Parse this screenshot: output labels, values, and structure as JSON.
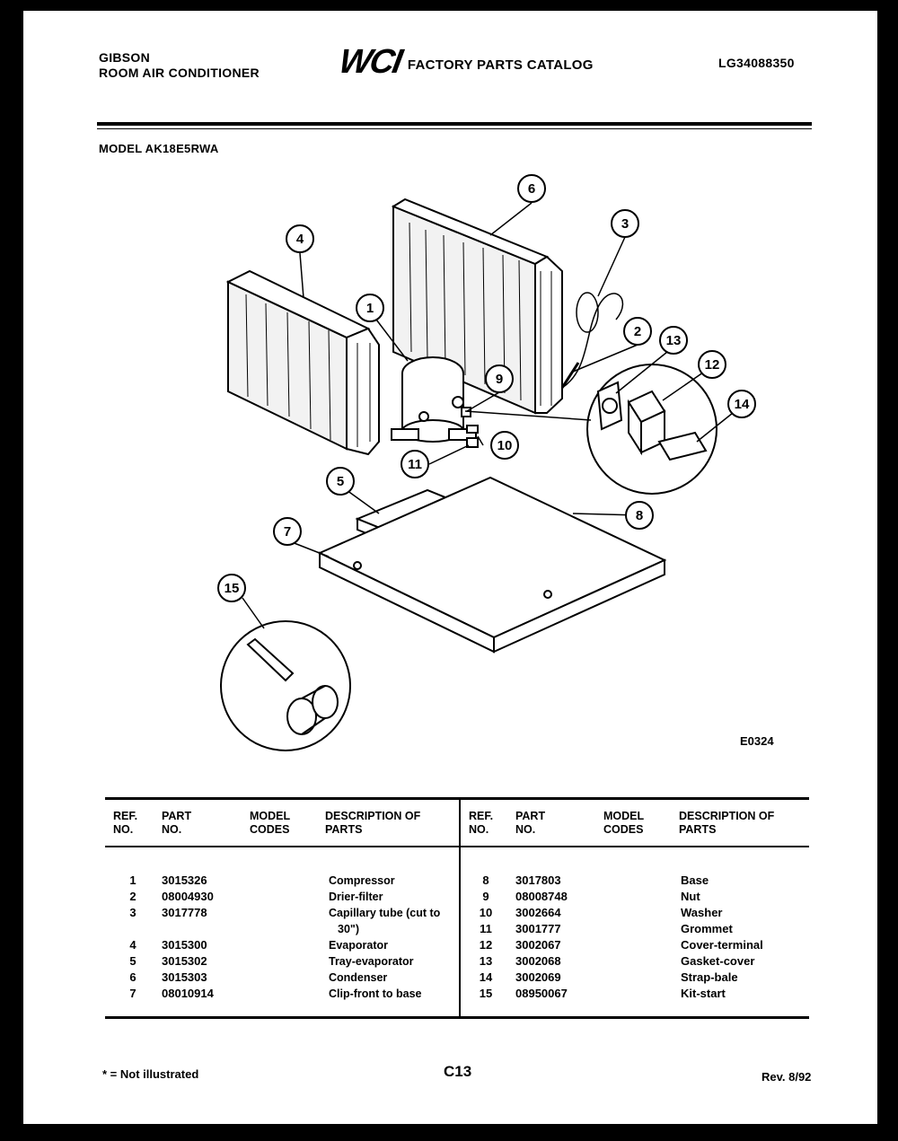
{
  "header": {
    "brand": "GIBSON",
    "product": "ROOM AIR CONDITIONER",
    "logo_mark": "WCI",
    "catalog_title": "FACTORY PARTS CATALOG",
    "catalog_number": "LG34088350"
  },
  "model_line": "MODEL AK18E5RWA",
  "diagram": {
    "figure_code": "E0324",
    "callouts": [
      "1",
      "2",
      "3",
      "4",
      "5",
      "6",
      "7",
      "8",
      "9",
      "10",
      "11",
      "12",
      "13",
      "14",
      "15"
    ]
  },
  "table": {
    "headers": {
      "ref_no": "REF. NO.",
      "part_no": "PART NO.",
      "model_codes": "MODEL CODES",
      "description": "DESCRIPTION OF PARTS"
    },
    "left_rows": [
      {
        "ref": "1",
        "part": "3015326",
        "codes": "",
        "desc": "Compressor"
      },
      {
        "ref": "2",
        "part": "08004930",
        "codes": "",
        "desc": "Drier-filter"
      },
      {
        "ref": "3",
        "part": "3017778",
        "codes": "",
        "desc": "Capillary tube (cut to"
      },
      {
        "ref": "",
        "part": "",
        "codes": "",
        "desc": "30\")"
      },
      {
        "ref": "4",
        "part": "3015300",
        "codes": "",
        "desc": "Evaporator"
      },
      {
        "ref": "5",
        "part": "3015302",
        "codes": "",
        "desc": "Tray-evaporator"
      },
      {
        "ref": "6",
        "part": "3015303",
        "codes": "",
        "desc": "Condenser"
      },
      {
        "ref": "7",
        "part": "08010914",
        "codes": "",
        "desc": "Clip-front to base"
      }
    ],
    "right_rows": [
      {
        "ref": "8",
        "part": "3017803",
        "codes": "",
        "desc": "Base"
      },
      {
        "ref": "9",
        "part": "08008748",
        "codes": "",
        "desc": "Nut"
      },
      {
        "ref": "10",
        "part": "3002664",
        "codes": "",
        "desc": "Washer"
      },
      {
        "ref": "11",
        "part": "3001777",
        "codes": "",
        "desc": "Grommet"
      },
      {
        "ref": "12",
        "part": "3002067",
        "codes": "",
        "desc": "Cover-terminal"
      },
      {
        "ref": "13",
        "part": "3002068",
        "codes": "",
        "desc": "Gasket-cover"
      },
      {
        "ref": "14",
        "part": "3002069",
        "codes": "",
        "desc": "Strap-bale"
      },
      {
        "ref": "15",
        "part": "08950067",
        "codes": "",
        "desc": "Kit-start"
      }
    ]
  },
  "footer": {
    "note": "* = Not illustrated",
    "page": "C13",
    "revision": "Rev. 8/92"
  }
}
